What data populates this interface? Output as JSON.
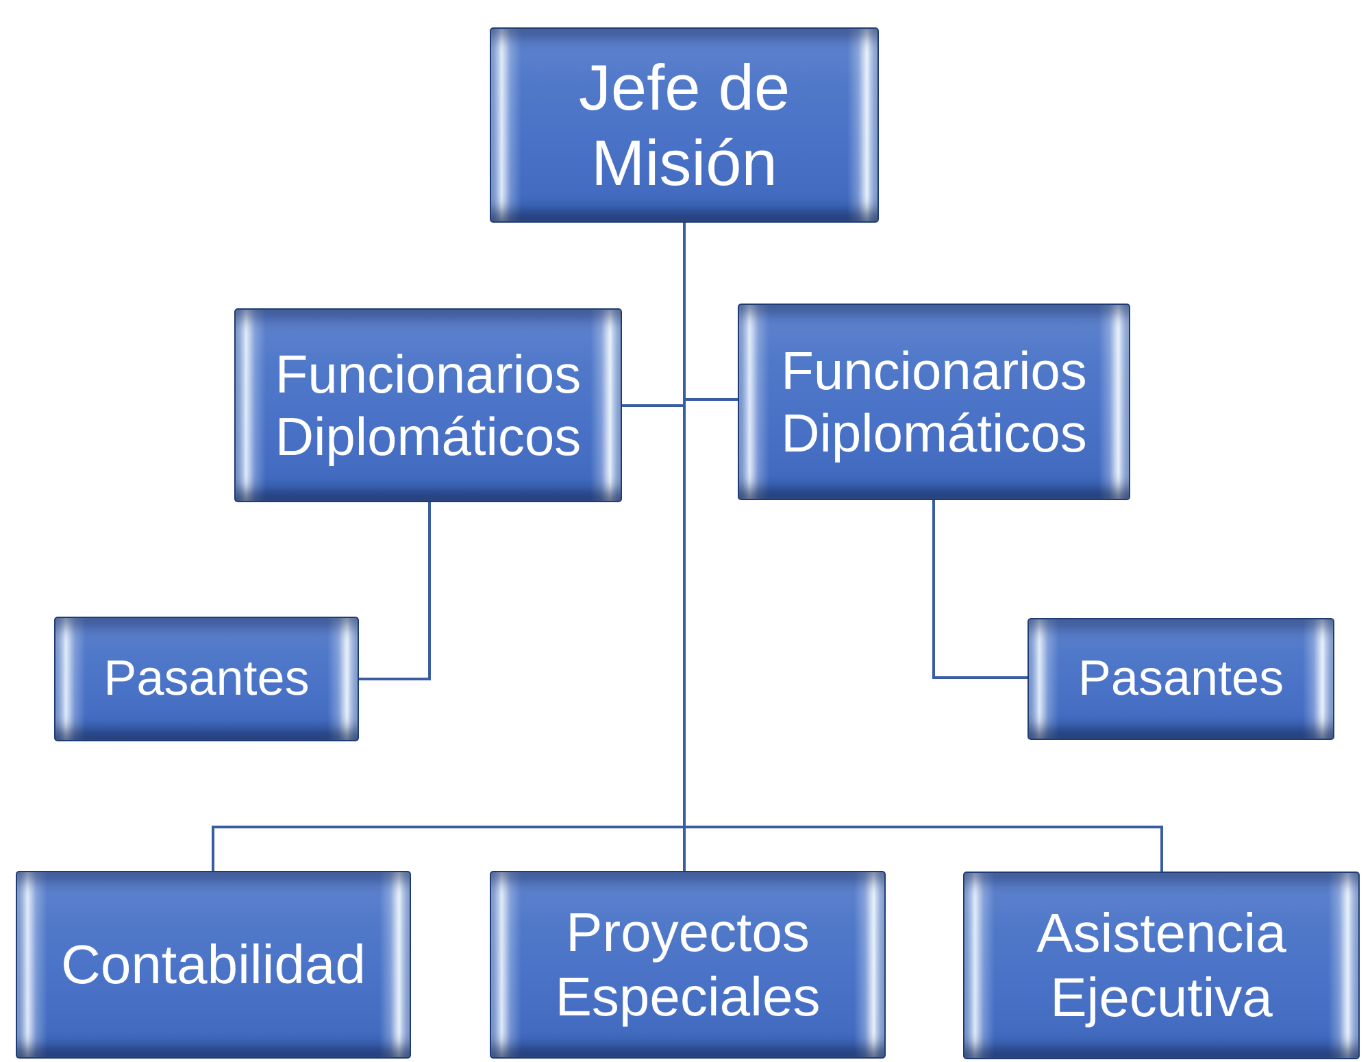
{
  "diagram": {
    "type": "org-chart",
    "colors": {
      "node_fill": "#4a73c7",
      "node_fill_top": "#6285cf",
      "node_fill_bottom": "#3e68bd",
      "node_border": "#1e3c74",
      "node_text": "#ffffff",
      "connector": "#385da2",
      "background": "#ffffff"
    },
    "nodes": [
      {
        "id": "jefe-de-mision",
        "label": "Jefe de Misión",
        "parent": null
      },
      {
        "id": "funcionarios-diplomaticos-izquierda",
        "label": "Funcionarios Diplomáticos",
        "parent": "jefe-de-mision"
      },
      {
        "id": "funcionarios-diplomaticos-derecha",
        "label": "Funcionarios Diplomáticos",
        "parent": "jefe-de-mision"
      },
      {
        "id": "pasantes-izquierda",
        "label": "Pasantes",
        "parent": "funcionarios-diplomaticos-izquierda"
      },
      {
        "id": "pasantes-derecha",
        "label": "Pasantes",
        "parent": "funcionarios-diplomaticos-derecha"
      },
      {
        "id": "contabilidad",
        "label": "Contabilidad",
        "parent": "jefe-de-mision"
      },
      {
        "id": "proyectos-especiales",
        "label": "Proyectos Especiales",
        "parent": "jefe-de-mision"
      },
      {
        "id": "asistencia-ejecutiva",
        "label": "Asistencia Ejecutiva",
        "parent": "jefe-de-mision"
      }
    ]
  }
}
